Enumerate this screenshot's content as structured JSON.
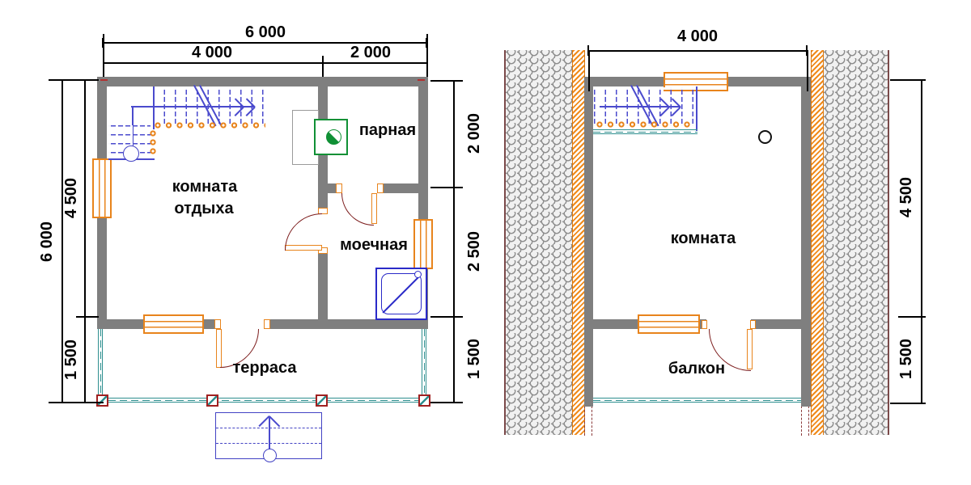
{
  "colors": {
    "wall": "#7f7f7f",
    "window_frame": "#e8841c",
    "stairs": "#4a4acd",
    "door_swing": "#7b1b1b",
    "terrace_deck": "#2e8f8f",
    "shower": "#2a2ac8",
    "stove": "#109035",
    "roof_shingle": "#8d8d8d",
    "gable_hatch": "#f08a1a",
    "dimension": "#000000"
  },
  "icons": {
    "stove": "sauna-stove-icon",
    "shower": "shower-tray-icon",
    "chimney": "chimney-icon",
    "stairs_arrow": "stair-direction-arrow"
  },
  "first_floor": {
    "dims": {
      "top_total": "6 000",
      "top_left": "4 000",
      "top_right": "2 000",
      "left_total": "6 000",
      "left_upper": "4 500",
      "left_lower": "1 500",
      "right_upper": "2 000",
      "right_middle": "2 500",
      "right_lower": "1 500"
    },
    "rooms": {
      "lounge_line1": "комната",
      "lounge_line2": "отдыха",
      "steam": "парная",
      "wash": "моечная",
      "terrace": "терраса"
    }
  },
  "second_floor": {
    "dims": {
      "top_total": "4 000",
      "right_upper": "4 500",
      "right_lower": "1 500"
    },
    "rooms": {
      "room": "комната",
      "balcony": "балкон"
    }
  }
}
